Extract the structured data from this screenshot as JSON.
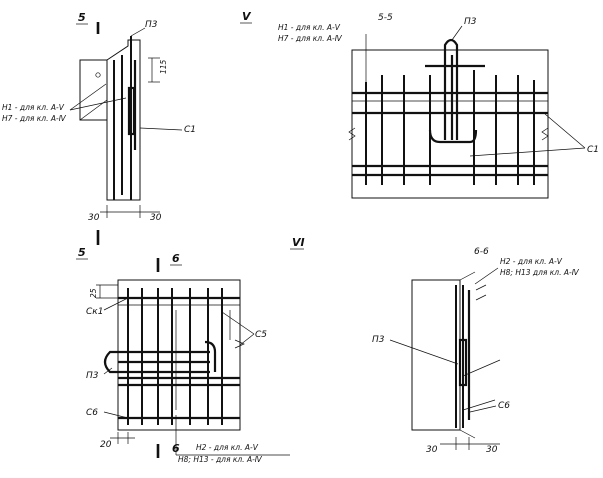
{
  "views": {
    "v": {
      "roman": "V",
      "section_mark_top": "5",
      "section_mark_bottom": "5",
      "p3": "П3",
      "dim_115": "115",
      "h1": "Н1 - для кл. А-Ⅴ",
      "h7": "Н7 - для кл. А-Ⅳ",
      "c1": "С1",
      "dim_30_left": "30",
      "dim_30_right": "30"
    },
    "s55": {
      "title": "5-5",
      "p3": "П3",
      "h1": "Н1 - для кл. А-Ⅴ",
      "h7": "Н7 - для кл. А-Ⅳ",
      "c1": "С1"
    },
    "vi": {
      "roman": "VI",
      "section_mark_top": "6",
      "section_mark_bottom": "6",
      "dim_25": "25",
      "ck1": "Ск1",
      "c5": "С5",
      "p3": "П3",
      "c6": "С6",
      "dim_20": "20",
      "h2": "Н2 - для кл. А-Ⅴ",
      "h8": "Н8; Н13 - для кл. А-Ⅳ"
    },
    "s66": {
      "title": "6-6",
      "h2": "Н2 - для кл. А-Ⅴ",
      "h8": "Н8; Н13 для кл. А-Ⅳ",
      "p3": "П3",
      "c6": "С6",
      "dim_30_left": "30",
      "dim_30_right": "30"
    }
  }
}
